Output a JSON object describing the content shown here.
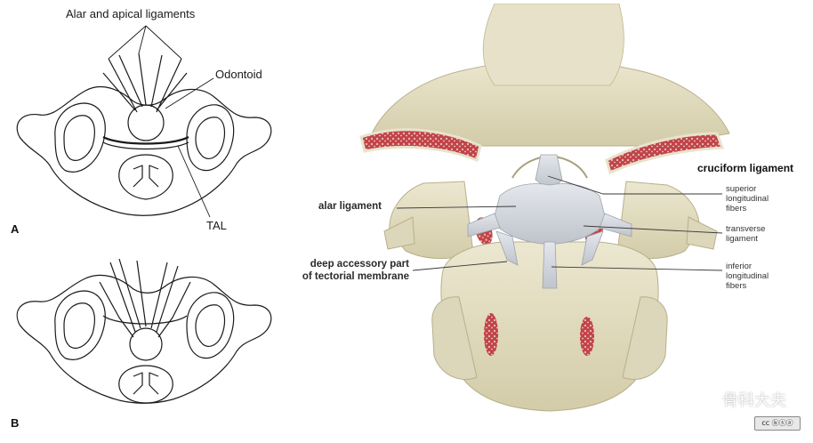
{
  "figure_a": {
    "letter": "A",
    "label_alar_apical": "Alar and apical ligaments",
    "label_odontoid": "Odontoid",
    "label_tal": "TAL"
  },
  "figure_b": {
    "letter": "B"
  },
  "illustration": {
    "heading": "cruciform ligament",
    "label_alar": "alar ligament",
    "label_deep_accessory": "deep accessory part\nof tectorial membrane",
    "label_superior": "superior\nlongitudinal\nfibers",
    "label_transverse": "transverse\nligament",
    "label_inferior": "inferior\nlongitudinal\nfibers"
  },
  "watermark": {
    "text": "骨科大夫"
  },
  "colors": {
    "bone": "#e4dfc6",
    "bone_shadow": "#bfb895",
    "ligament": "#d2d6dd",
    "marrow": "#c0424a"
  }
}
